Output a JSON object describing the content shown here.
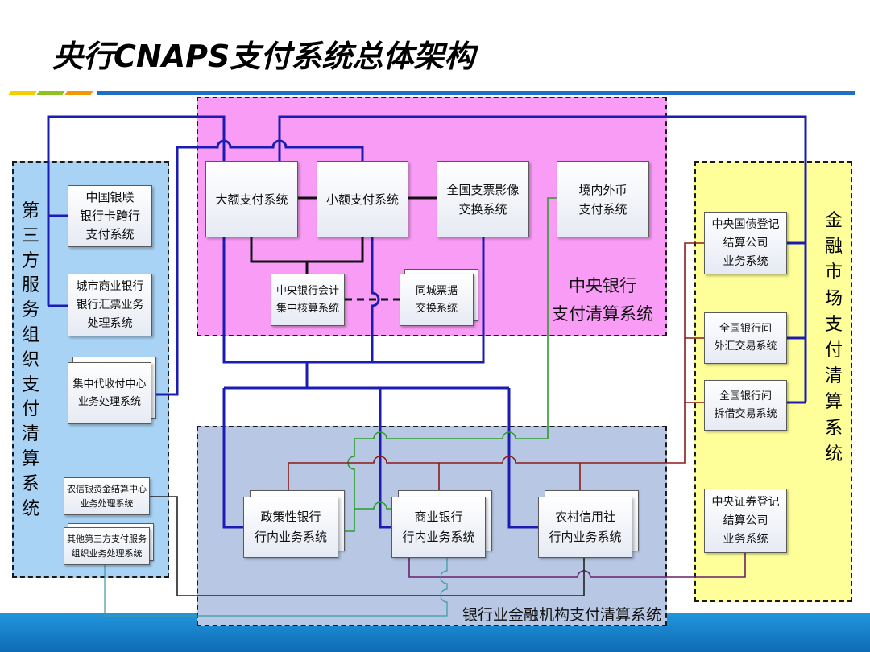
{
  "title": "央行CNAPS支付系统总体架构",
  "colors": {
    "third_party_bg": "#a9d3f5",
    "central_bank_bg": "#f89cf5",
    "financial_market_bg": "#ffff99",
    "banking_bg": "#b8c8e4",
    "connector_blue": "#1c1cb2",
    "connector_green": "#2d9c2d",
    "connector_red": "#8a1c1c",
    "connector_purple": "#6a1f6a"
  },
  "regions": {
    "third_party": {
      "label": "第三方服务组织支付清算系统",
      "systems": [
        {
          "lines": [
            "中国银联",
            "银行卡跨行",
            "支付系统"
          ]
        },
        {
          "lines": [
            "城市商业银行",
            "银行汇票业务",
            "处理系统"
          ]
        },
        {
          "lines": [
            "集中代收付中心",
            "业务处理系统"
          ]
        },
        {
          "lines": [
            "农信银资金结算中心",
            "业务处理系统"
          ]
        },
        {
          "lines": [
            "其他第三方支付服务",
            "组织业务处理系统"
          ]
        }
      ]
    },
    "central_bank": {
      "label_lines": [
        "中央银行",
        "支付清算系统"
      ],
      "systems": [
        {
          "lines": [
            "大额支付系统"
          ]
        },
        {
          "lines": [
            "小额支付系统"
          ]
        },
        {
          "lines": [
            "全国支票影像",
            "交换系统"
          ]
        },
        {
          "lines": [
            "境内外币",
            "支付系统"
          ]
        },
        {
          "lines": [
            "中央银行会计",
            "集中核算系统"
          ]
        },
        {
          "lines": [
            "同城票据",
            "交换系统"
          ]
        }
      ]
    },
    "financial_market": {
      "label": "金融市场支付清算系统",
      "systems": [
        {
          "lines": [
            "中央国债登记",
            "结算公司",
            "业务系统"
          ]
        },
        {
          "lines": [
            "全国银行间",
            "外汇交易系统"
          ]
        },
        {
          "lines": [
            "全国银行间",
            "拆借交易系统"
          ]
        },
        {
          "lines": [
            "中央证券登记",
            "结算公司",
            "业务系统"
          ]
        }
      ]
    },
    "banking": {
      "label": "银行业金融机构支付清算系统",
      "systems": [
        {
          "lines": [
            "政策性银行",
            "行内业务系统"
          ]
        },
        {
          "lines": [
            "商业银行",
            "行内业务系统"
          ]
        },
        {
          "lines": [
            "农村信用社",
            "行内业务系统"
          ]
        }
      ]
    }
  }
}
